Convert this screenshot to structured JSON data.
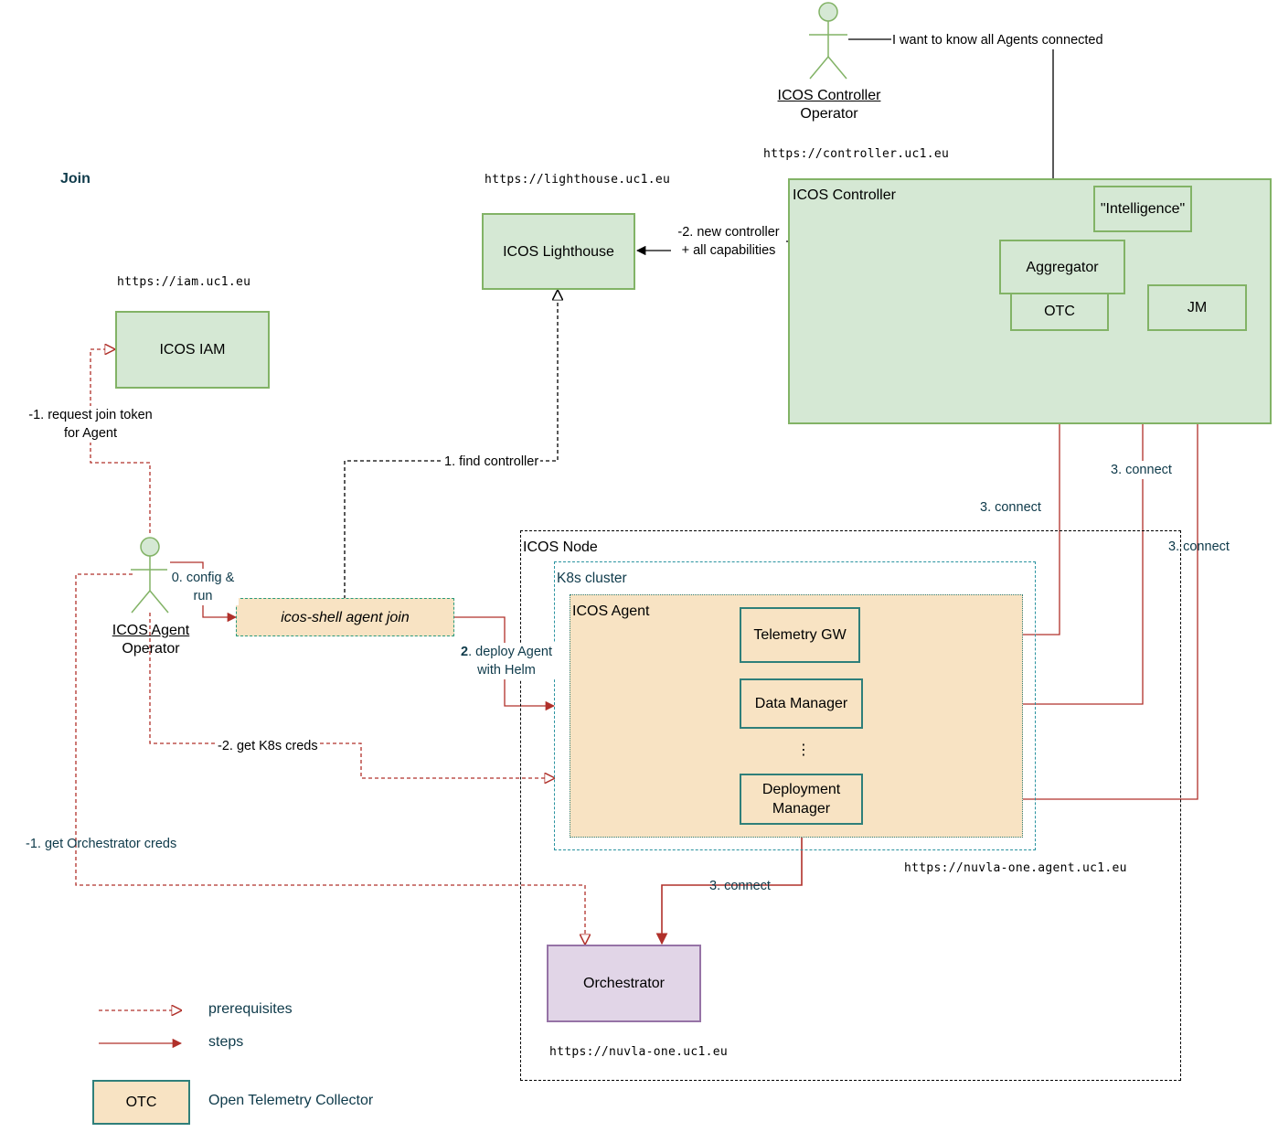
{
  "section_title": "Join",
  "urls": {
    "iam": "https://iam.uc1.eu",
    "lighthouse": "https://lighthouse.uc1.eu",
    "controller": "https://controller.uc1.eu",
    "agent": "https://nuvla-one.agent.uc1.eu",
    "orchestrator": "https://nuvla-one.uc1.eu"
  },
  "actors": {
    "controller_operator": {
      "line1": "ICOS Controller",
      "line2": "Operator"
    },
    "agent_operator": {
      "line1": "ICOS Agent",
      "line2": "Operator"
    }
  },
  "boxes": {
    "iam": "ICOS IAM",
    "lighthouse": "ICOS Lighthouse",
    "controller": "ICOS Controller",
    "intelligence": "\"Intelligence\"",
    "aggregator": "Aggregator",
    "otc": "OTC",
    "jm": "JM",
    "node": "ICOS Node",
    "k8s": "K8s cluster",
    "agent": "ICOS Agent",
    "telemetry_gw": "Telemetry GW",
    "data_manager": "Data Manager",
    "ellipsis": "⋮",
    "deployment_manager_1": "Deployment",
    "deployment_manager_2": "Manager",
    "shell_join": "icos-shell agent join",
    "orchestrator": "Orchestrator"
  },
  "edges": {
    "want_to_know": "I want to know all Agents connected",
    "new_controller_1": "-2. new controller",
    "new_controller_2": "+ all capabilities",
    "request_token_1": "-1. request join token",
    "request_token_2": "for Agent",
    "find_controller": "1. find controller",
    "config_run_1": "0. config &",
    "config_run_2": "run",
    "deploy_agent_num": "2",
    "deploy_agent_1": ". deploy Agent",
    "deploy_agent_2": "with Helm",
    "get_k8s_creds": "-2. get K8s creds",
    "get_orch_creds": "-1. get Orchestrator creds",
    "connect_1": "3. connect",
    "connect_2": "3. connect",
    "connect_3": "3. connect",
    "connect_4": "3. connect"
  },
  "legend": {
    "prerequisites": "prerequisites",
    "steps": "steps",
    "otc_box": "OTC",
    "otc_desc": "Open Telemetry Collector"
  },
  "colors": {
    "green_fill": "#d5e8d4",
    "green_stroke": "#82b366",
    "orange_fill": "#f8e3c3",
    "teal_stroke": "#2f7f7a",
    "purple_fill": "#e1d5e7",
    "purple_stroke": "#9673a6",
    "red": "#b0302a"
  }
}
